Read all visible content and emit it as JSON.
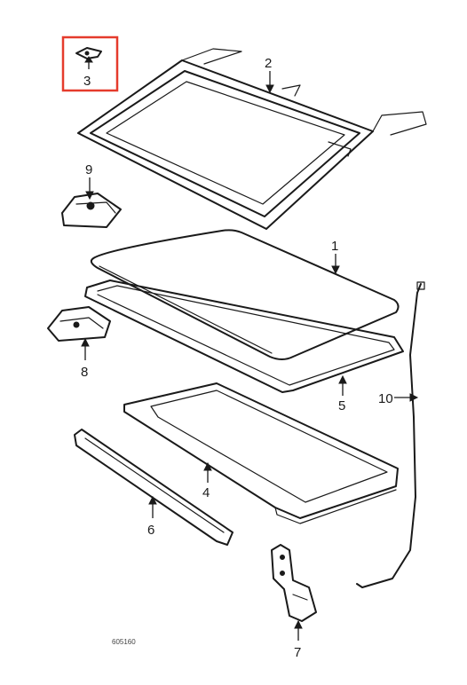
{
  "highlight_color": "#e53b2c",
  "callouts": {
    "c1": "1",
    "c2": "2",
    "c3": "3",
    "c4": "4",
    "c5": "5",
    "c6": "6",
    "c7": "7",
    "c8": "8",
    "c9": "9",
    "c10": "10"
  },
  "diagram_code": "605160"
}
